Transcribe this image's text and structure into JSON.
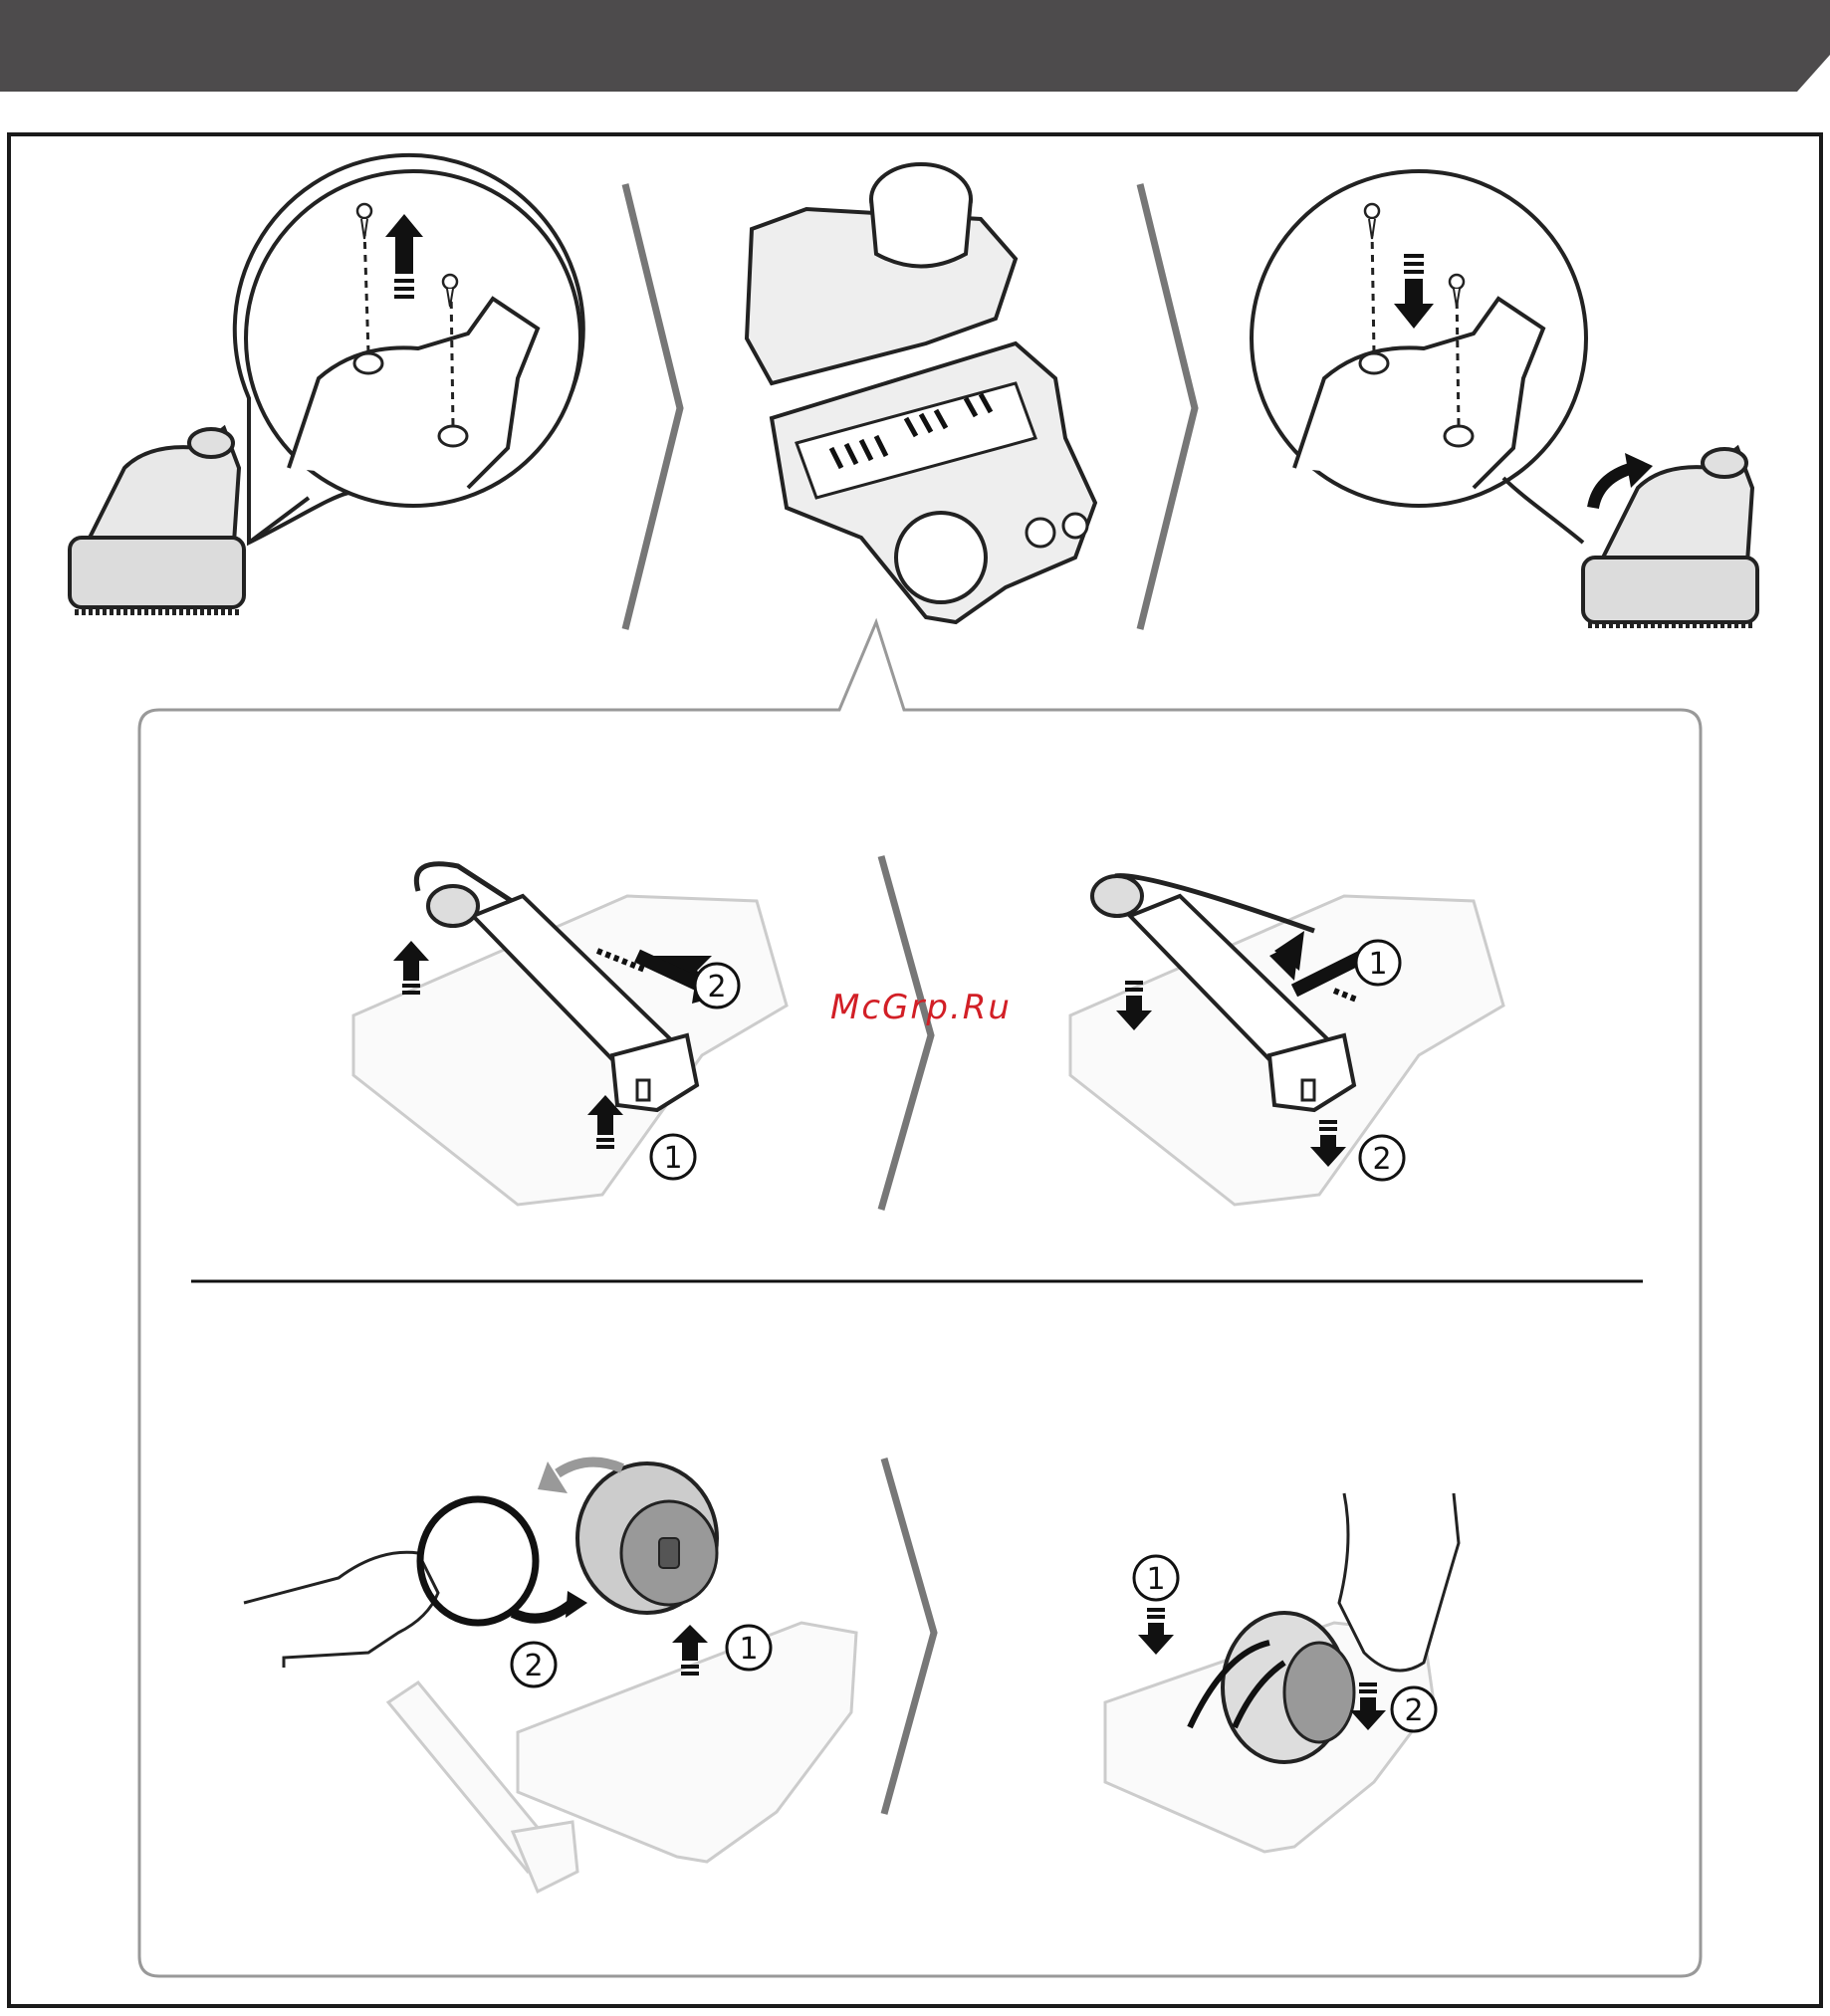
{
  "header": {
    "bar_color": "#4d4b4c"
  },
  "watermark": {
    "text": "McGrp.Ru",
    "color": "#d21f26"
  },
  "steps": {
    "roller_remove_1": "1",
    "roller_remove_2": "2",
    "roller_insert_1": "1",
    "roller_insert_2": "2",
    "fan_remove_1": "1",
    "fan_belt_2": "2",
    "fan_insert_1": "1",
    "fan_insert_2": "2"
  },
  "icons": {
    "chevron": "chevron-right-icon",
    "arrow": "arrow-icon",
    "screw": "screw-icon"
  }
}
